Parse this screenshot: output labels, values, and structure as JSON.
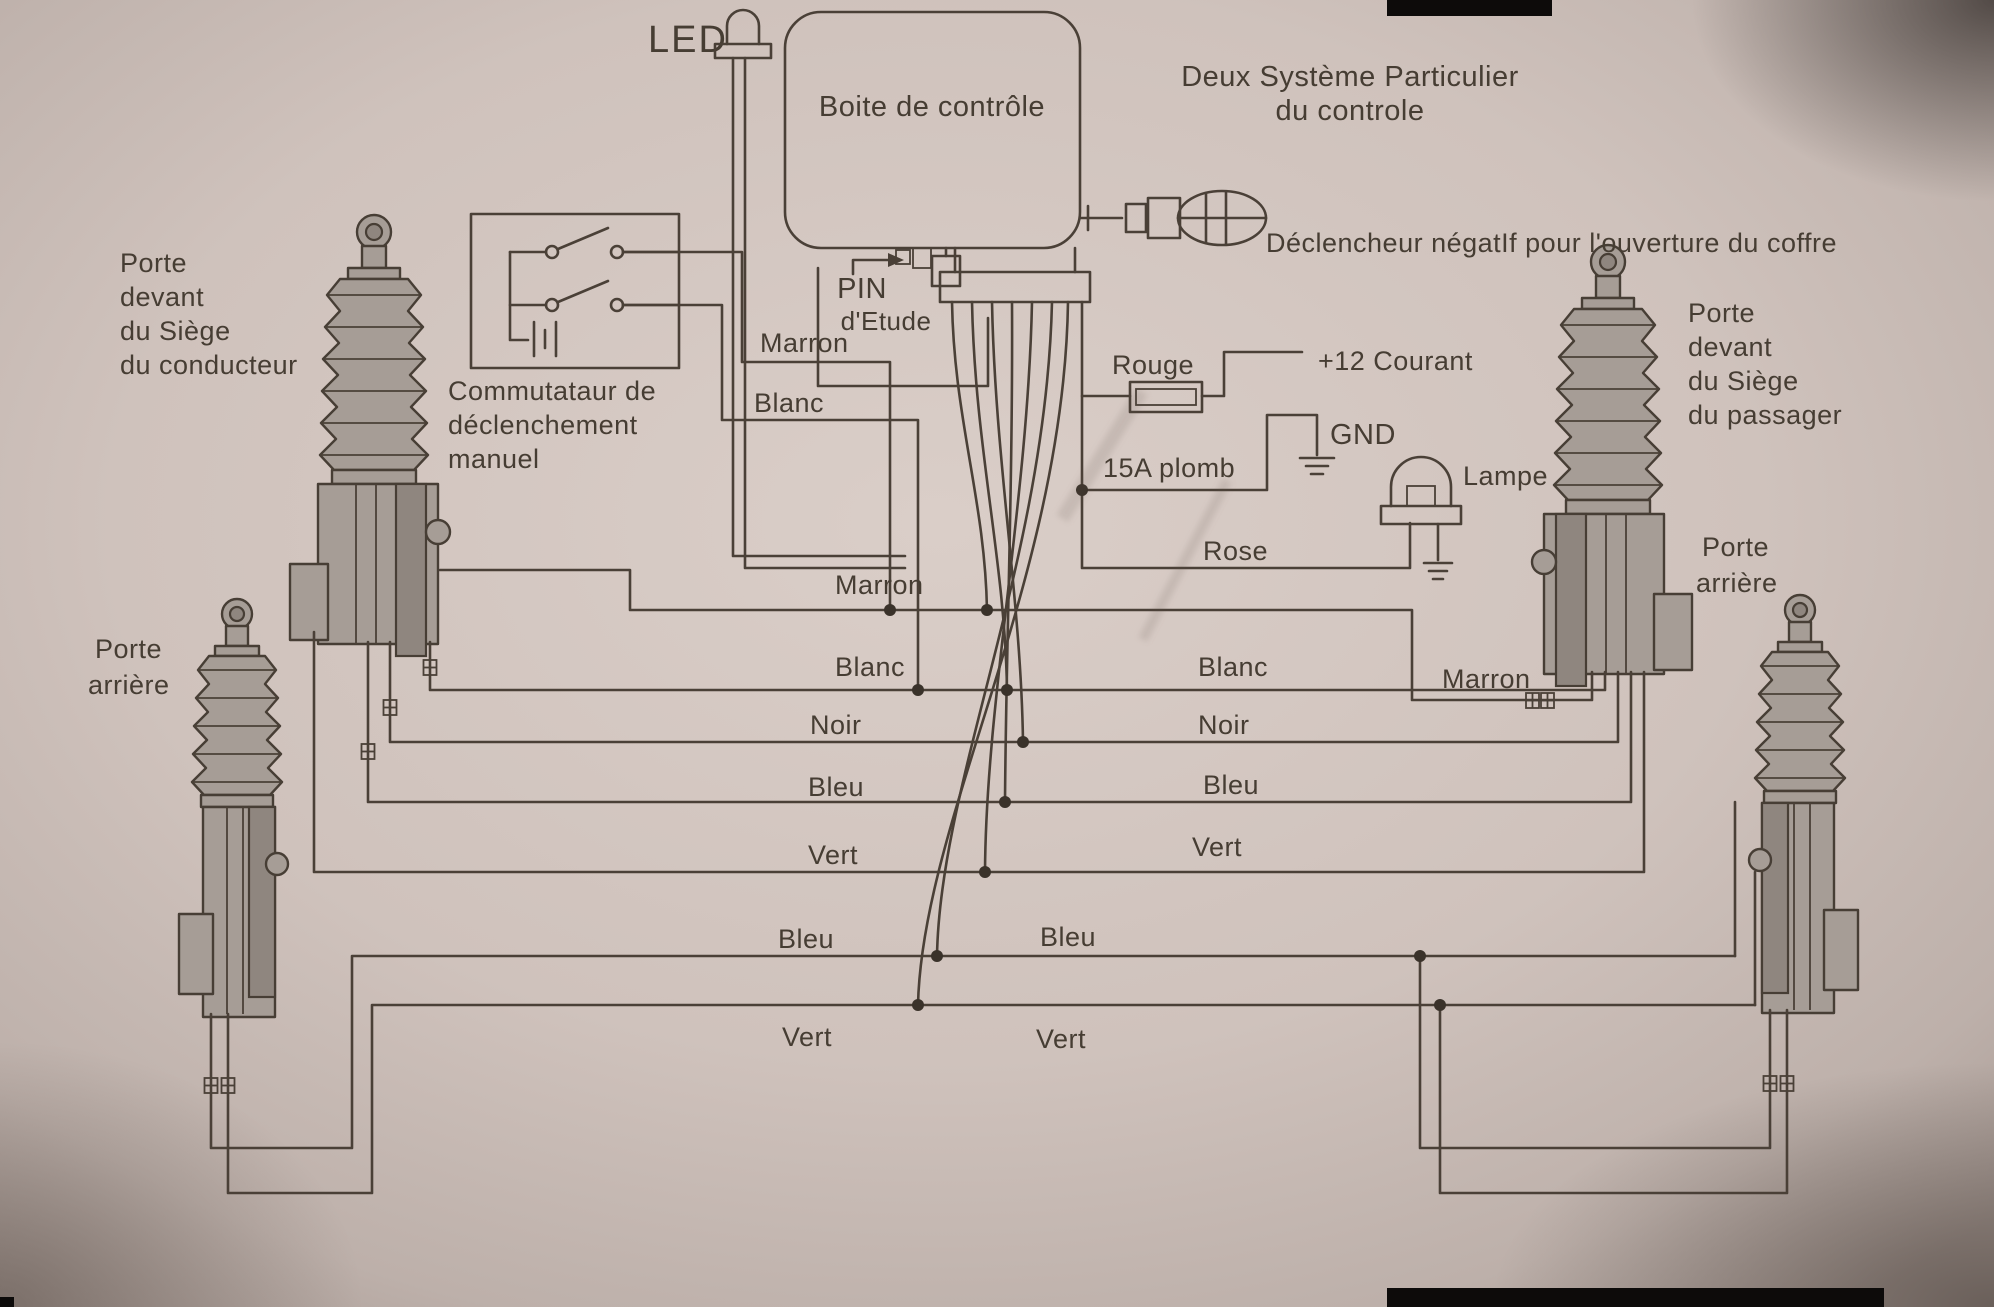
{
  "header": {
    "led": "LED",
    "control_box": "Boite de contrôle",
    "system_note": [
      "Deux Système Particulier",
      "du controle"
    ],
    "pin": [
      "PIN",
      "d'Etude"
    ],
    "trunk_release": "Déclencheur négatIf pour l'ouverture du coffre"
  },
  "doors": {
    "driver": [
      "Porte",
      "devant",
      "du Siège",
      "du conducteur"
    ],
    "passenger": [
      "Porte",
      "devant",
      "du Siège",
      "du passager"
    ],
    "rear_left": [
      "Porte",
      "arrière"
    ],
    "rear_right": [
      "Porte",
      "arrière"
    ]
  },
  "switch": {
    "label": [
      "Commutataur de",
      "déclenchement",
      "manuel"
    ],
    "wires": [
      "Marron",
      "Blanc"
    ]
  },
  "power": {
    "rouge": "Rouge",
    "plus12": "+12  Courant",
    "fuse": "15A plomb",
    "gnd": "GND",
    "lampe": "Lampe",
    "rose": "Rose"
  },
  "wire_rows": {
    "left": [
      "Marron",
      "Blanc",
      "Noir",
      "Bleu",
      "Vert"
    ],
    "right": [
      "Blanc",
      "Noir",
      "Bleu",
      "Vert"
    ],
    "right_marron": "Marron",
    "bottom_left": [
      "Bleu",
      "Vert"
    ],
    "bottom_right": [
      "Bleu",
      "Vert"
    ]
  },
  "colors": {
    "paper": "#cfc2bc",
    "ink": "#4a4037",
    "actuator_gray": "#a69d96"
  }
}
